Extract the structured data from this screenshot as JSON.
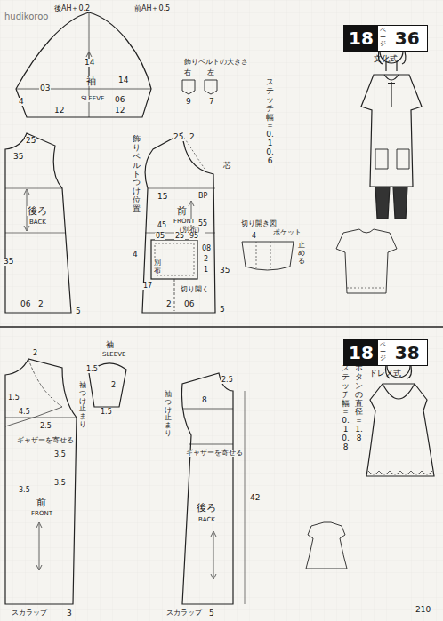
{
  "diagram": {
    "nodes": [
      {
        "text": [
          "18",
          "ページ",
          "36",
          "文化式"
        ]
      },
      {
        "text": [
          "18",
          "ページ",
          "38",
          "ドレメ式"
        ]
      }
    ],
    "labels": [
      "hudikoroo",
      "後AH＋0.2",
      "前AH＋0.5",
      "14",
      "14",
      "袖",
      "SLEEVE",
      "03",
      "06",
      "12",
      "12",
      "4",
      "25",
      "35",
      "後ろ",
      "BACK",
      "35",
      "06",
      "2",
      "5",
      "飾りベルトつけ位置",
      "25",
      "2",
      "芯",
      "15",
      "BP",
      "前",
      "FRONT",
      "（別布）",
      "45",
      "55",
      "別布",
      "17",
      "4",
      "05",
      "25",
      "95",
      "08",
      "2",
      "1",
      "35",
      "切り開く",
      "2",
      "06",
      "5",
      "飾りベルトの大きさ",
      "右",
      "左",
      "9",
      "7",
      "ステッチ幅＝0.1 0.6",
      "切り開き図",
      "4",
      "ポケット",
      "止める",
      "袖",
      "SLEEVE",
      "1.5",
      "2",
      "1.5",
      "袖つけ止まり",
      "袖つけ止まり",
      "2",
      "1.5",
      "2.5",
      "4.5",
      "ギャザーを寄せる",
      "3.5",
      "3.5",
      "3.5",
      "前",
      "FRONT",
      "スカラップ",
      "3",
      "2.5",
      "8",
      "ギャザーを寄せる",
      "後ろ",
      "BACK",
      "42",
      "スカラップ",
      "5",
      "ボタンの直径＝1.8",
      "ステッチ幅＝0.1 0.8",
      "210"
    ]
  }
}
